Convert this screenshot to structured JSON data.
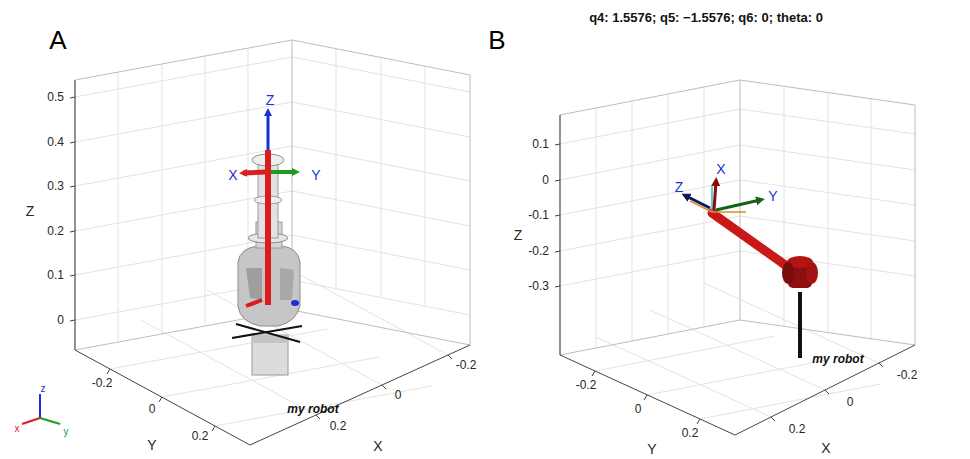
{
  "diagram": {
    "labels": [
      "A",
      "0.5",
      "0.4",
      "0.3",
      "0.2",
      "0.1",
      "0",
      "Z",
      "-0.2",
      "0",
      "0.2",
      "Y",
      "0.2",
      "0",
      "-0.2",
      "X",
      "Z",
      "X",
      "Y",
      "my robot",
      "z",
      "x",
      "y",
      "B",
      "q4: 1.5576; q5: −1.5576; q6: 0; theta: 0",
      "0.1",
      "0",
      "-0.1",
      "-0.2",
      "-0.3",
      "Z",
      "-0.2",
      "0",
      "0.2",
      "Y",
      "0.2",
      "0",
      "-0.2",
      "X",
      "X",
      "Y",
      "Z",
      "my robot"
    ]
  }
}
